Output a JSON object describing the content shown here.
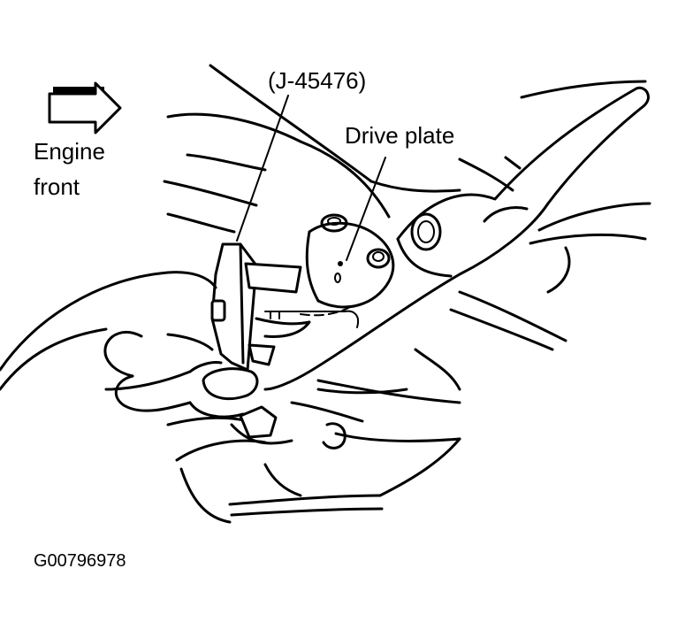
{
  "labels": {
    "tool": "(J-45476)",
    "drive_plate": "Drive plate",
    "engine_front_line1": "Engine",
    "engine_front_line2": "front",
    "figure_id": "G00796978"
  },
  "icons": {
    "direction_arrow": "engine-front-arrow-icon"
  },
  "colors": {
    "ink": "#000000",
    "paper": "#ffffff"
  }
}
